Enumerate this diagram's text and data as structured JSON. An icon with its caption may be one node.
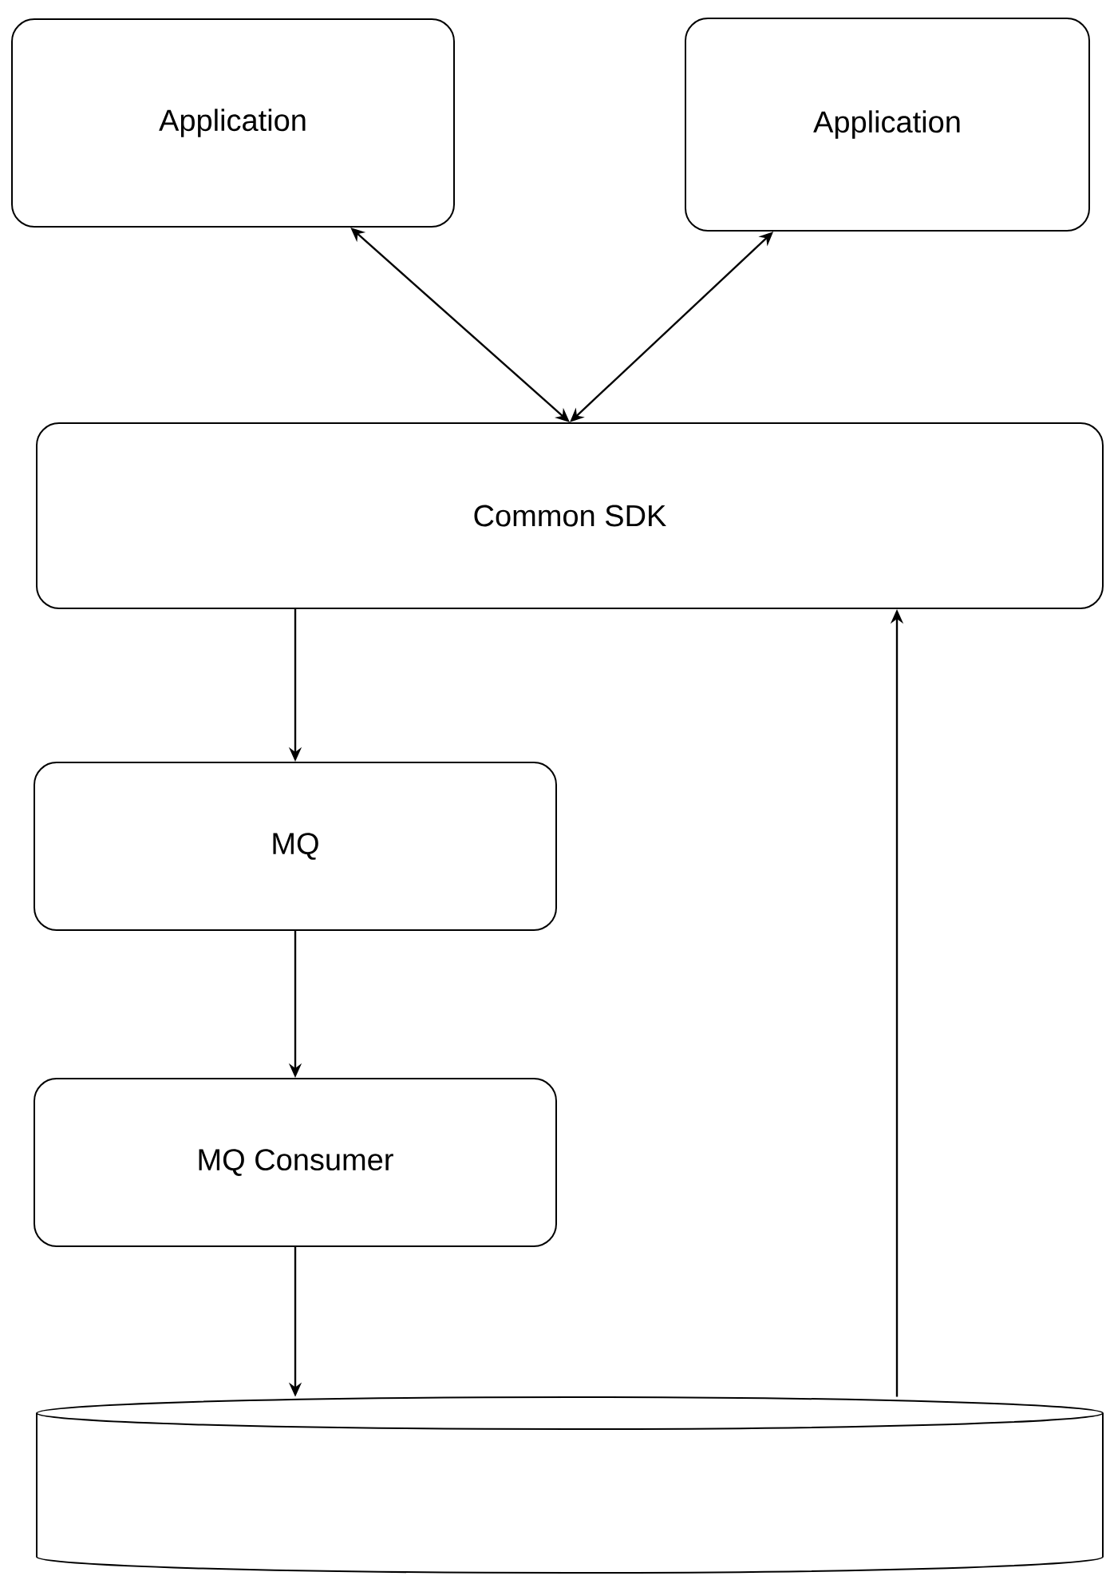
{
  "diagram": {
    "nodes": [
      {
        "text": [
          "Application"
        ]
      },
      {
        "text": [
          "Application"
        ]
      },
      {
        "text": [
          "Common SDK"
        ]
      },
      {
        "text": [
          "MQ"
        ]
      },
      {
        "text": [
          "MQ Consumer"
        ]
      },
      {
        "text": [],
        "shape": "cylinder"
      }
    ],
    "edges": [
      {
        "from": 0,
        "to": 2,
        "arrow": "both"
      },
      {
        "from": 1,
        "to": 2,
        "arrow": "both"
      },
      {
        "from": 2,
        "to": 3,
        "arrow": "to"
      },
      {
        "from": 3,
        "to": 4,
        "arrow": "to"
      },
      {
        "from": 4,
        "to": 5,
        "arrow": "to"
      },
      {
        "from": 5,
        "to": 2,
        "arrow": "to"
      }
    ]
  }
}
